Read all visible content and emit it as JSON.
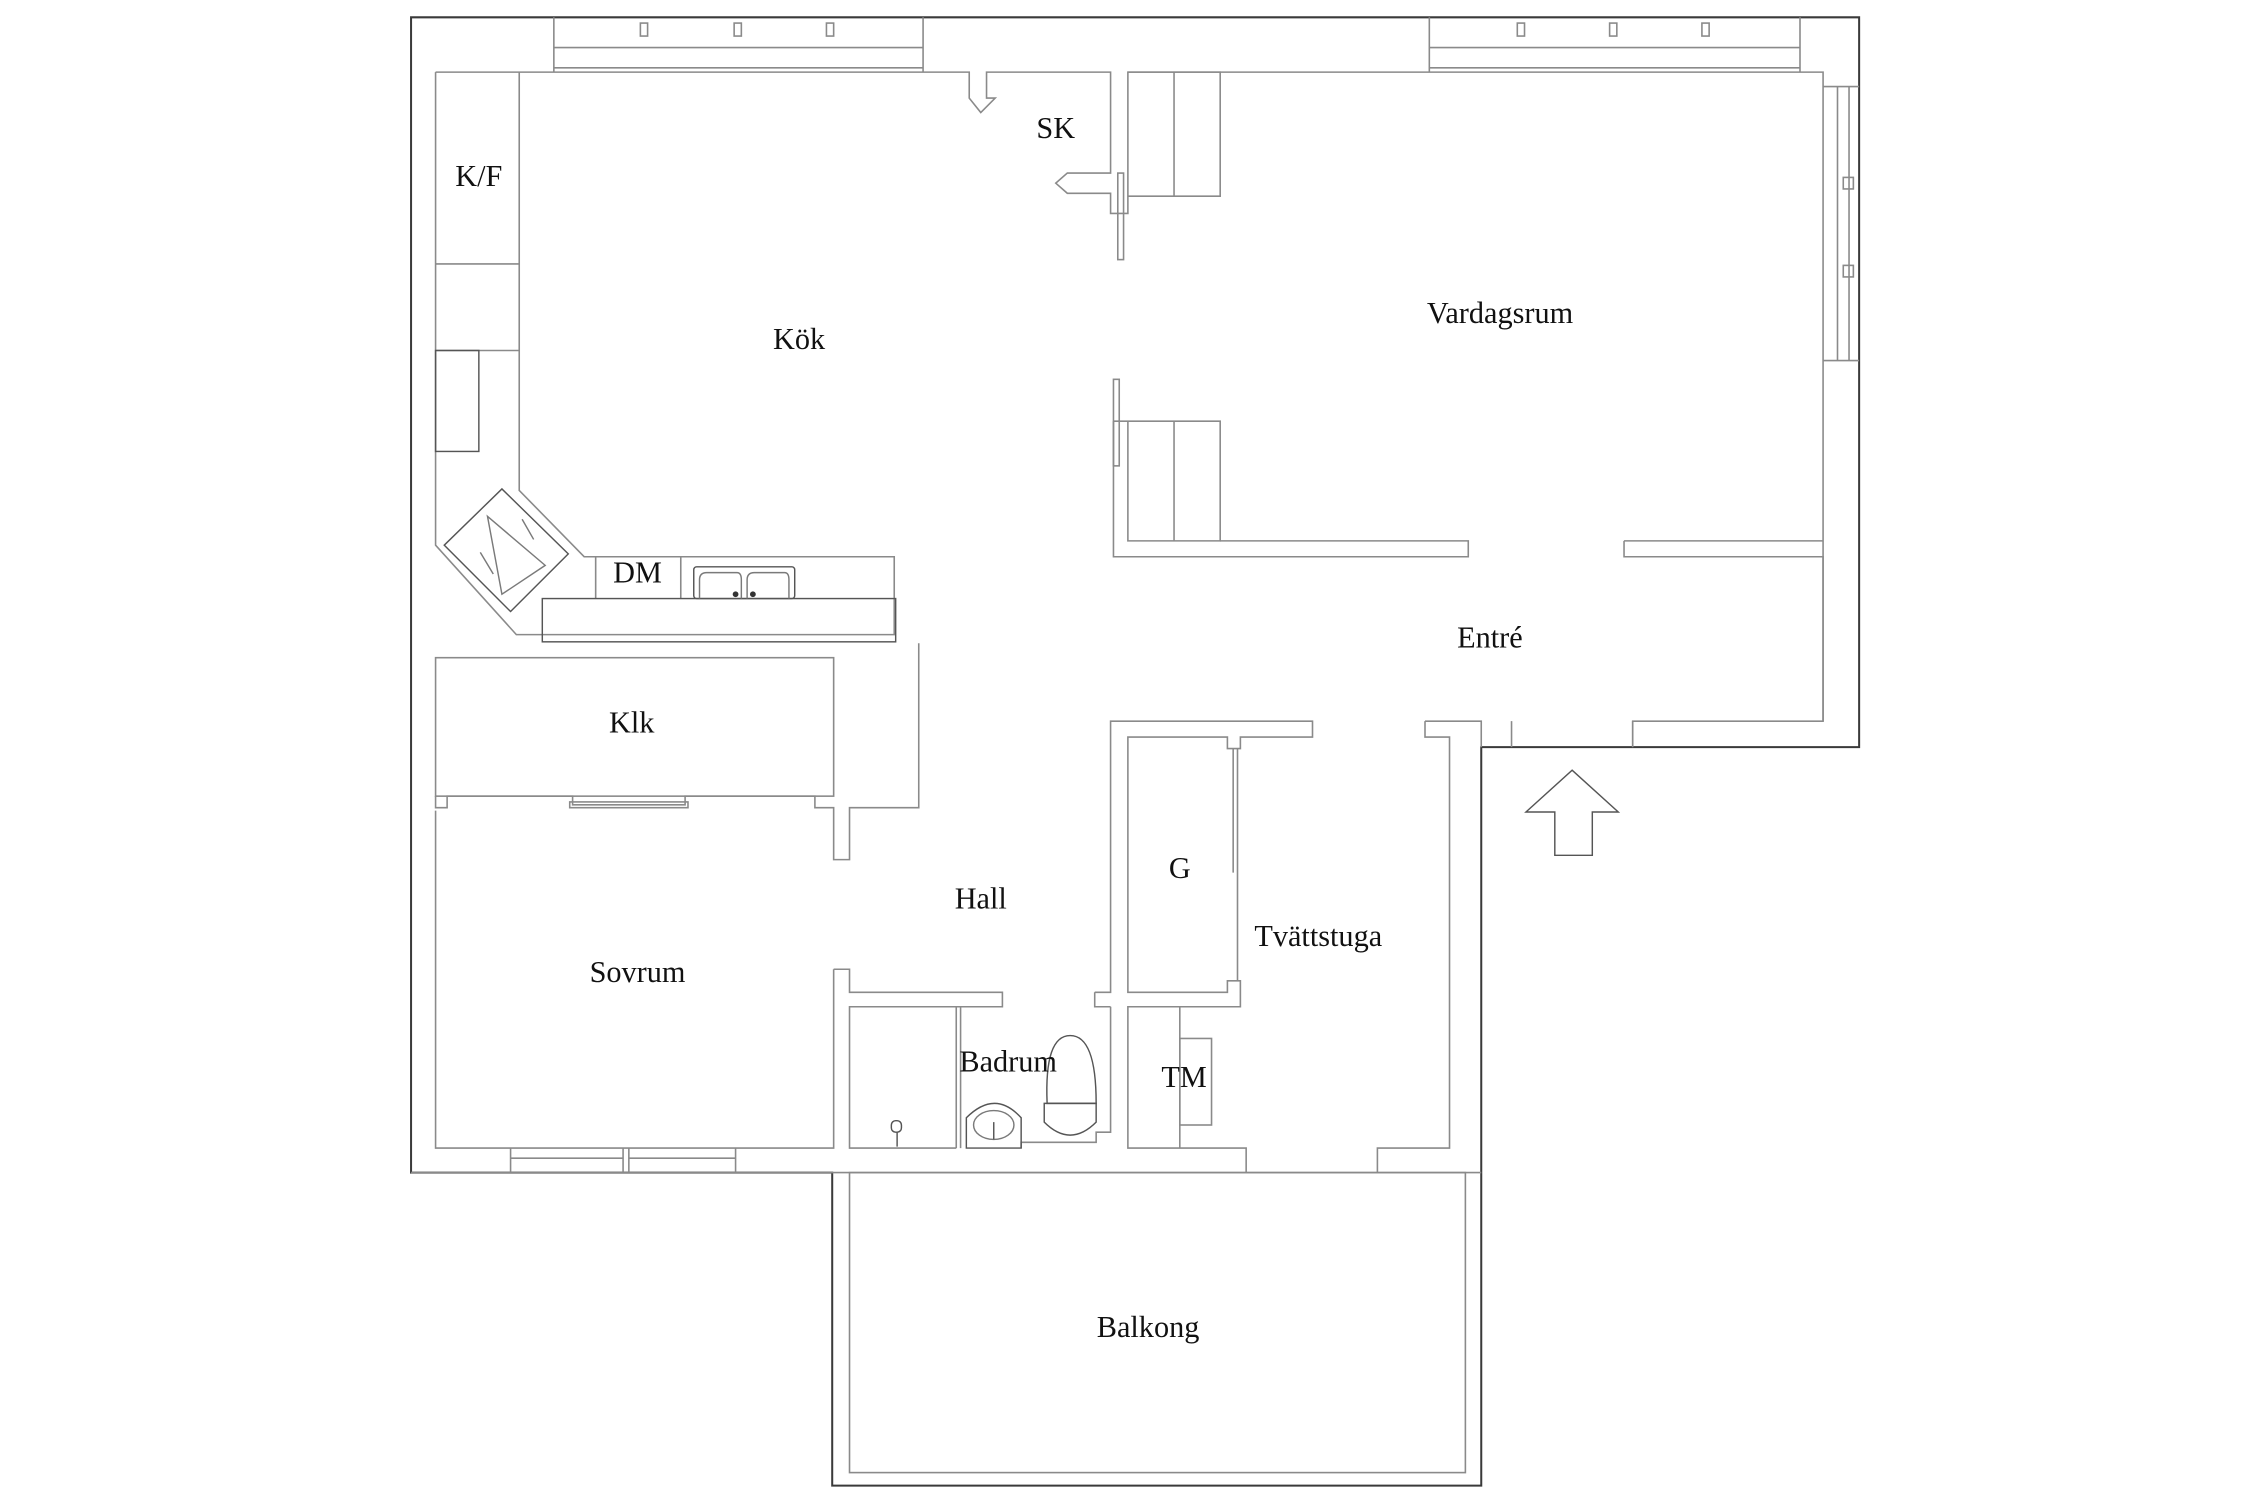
{
  "floorplan": {
    "rooms": {
      "kf": {
        "label": "K/F"
      },
      "sk": {
        "label": "SK"
      },
      "kok": {
        "label": "Kök"
      },
      "vardagsrum": {
        "label": "Vardagsrum"
      },
      "dm": {
        "label": "DM"
      },
      "entre": {
        "label": "Entré"
      },
      "klk": {
        "label": "Klk"
      },
      "hall": {
        "label": "Hall"
      },
      "g": {
        "label": "G"
      },
      "tvattstuga": {
        "label": "Tvättstuga"
      },
      "sovrum": {
        "label": "Sovrum"
      },
      "badrum": {
        "label": "Badrum"
      },
      "tm": {
        "label": "TM"
      },
      "balkong": {
        "label": "Balkong"
      }
    },
    "entrance_arrow": "up-arrow",
    "colors": {
      "outer_wall": "#3a3a3a",
      "inner_wall": "#8a8a8a",
      "background": "#ffffff"
    }
  }
}
